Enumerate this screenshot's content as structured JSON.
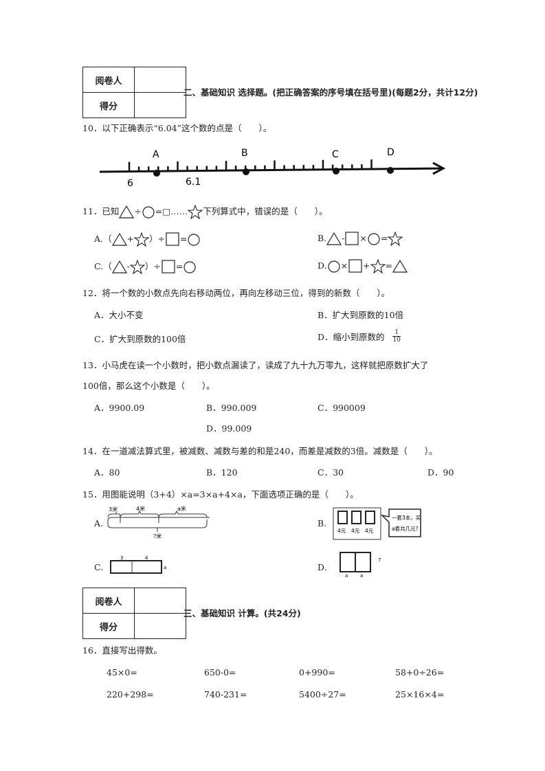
{
  "section2": {
    "table": {
      "reviewer": "阅卷人",
      "score": "得分"
    },
    "title": "二、基础知识 选择题。(把正确答案的序号填在括号里)(每题2分，共计12分)"
  },
  "q10": {
    "text": "10．以下正确表示“6.04”这个数的点是（　　）。",
    "points": [
      "A",
      "B",
      "C",
      "D"
    ],
    "ticks": [
      "6",
      "6.1"
    ]
  },
  "q11": {
    "prefix": "11．已知",
    "middle": "=□……",
    "suffix": "下列算式中，错误的是（　　）。",
    "options": [
      "A.（",
      "B.",
      "C.（",
      "D."
    ],
    "op_div": "÷",
    "close": "）÷"
  },
  "q12": {
    "text": "12．将一个数的小数点先向右移动两位，再向左移动三位，得到的新数（　　）。",
    "options": [
      "A．大小不变",
      "B．扩大到原数的10倍",
      "C．扩大到原数的100倍",
      "D．缩小到原数的"
    ],
    "frac": {
      "num": "1",
      "den": "10"
    }
  },
  "q13": {
    "line1": "13．小马虎在读一个小数时，把小数点漏读了，读成了九十九万零九，这样就把原数扩大了",
    "line2": "100倍，那么这个小数是（　　）。",
    "options": [
      "A．9900.09",
      "B．990.009",
      "C．990009",
      "D．99.009"
    ]
  },
  "q14": {
    "text": "14．在一道减法算式里，被减数、减数与差的和是240，而差是减数的3倍。减数是（　　）。",
    "options": [
      "A．80",
      "B．120",
      "C．30",
      "D．90"
    ]
  },
  "q15": {
    "text": "15．用图能说明（3+4）×a=3×a+4×a，下面选项正确的是（　　）。",
    "options": [
      "A.",
      "B.",
      "C.",
      "D."
    ],
    "figA": {
      "labels": [
        "3米",
        "4米",
        "a米"
      ],
      "total": "?米"
    },
    "figB": {
      "prices": [
        "4元",
        "4元",
        "4元"
      ],
      "bubble1": "一套3本，买",
      "bubble2": "a套共几元？"
    },
    "figC": {
      "top": [
        "3",
        "4"
      ],
      "side": "a"
    },
    "figD": {
      "bottom": [
        "a",
        "a"
      ],
      "side": "7"
    }
  },
  "section3": {
    "table": {
      "reviewer": "阅卷人",
      "score": "得分"
    },
    "title": "三、基础知识 计算。(共24分)"
  },
  "q16": {
    "text": "16．直接写出得数。",
    "rows": [
      [
        "45×0=",
        "650-0=",
        "0+990=",
        "58+0÷26="
      ],
      [
        "220+298=",
        "740-231=",
        "5400÷27=",
        "25×16×4="
      ]
    ]
  }
}
